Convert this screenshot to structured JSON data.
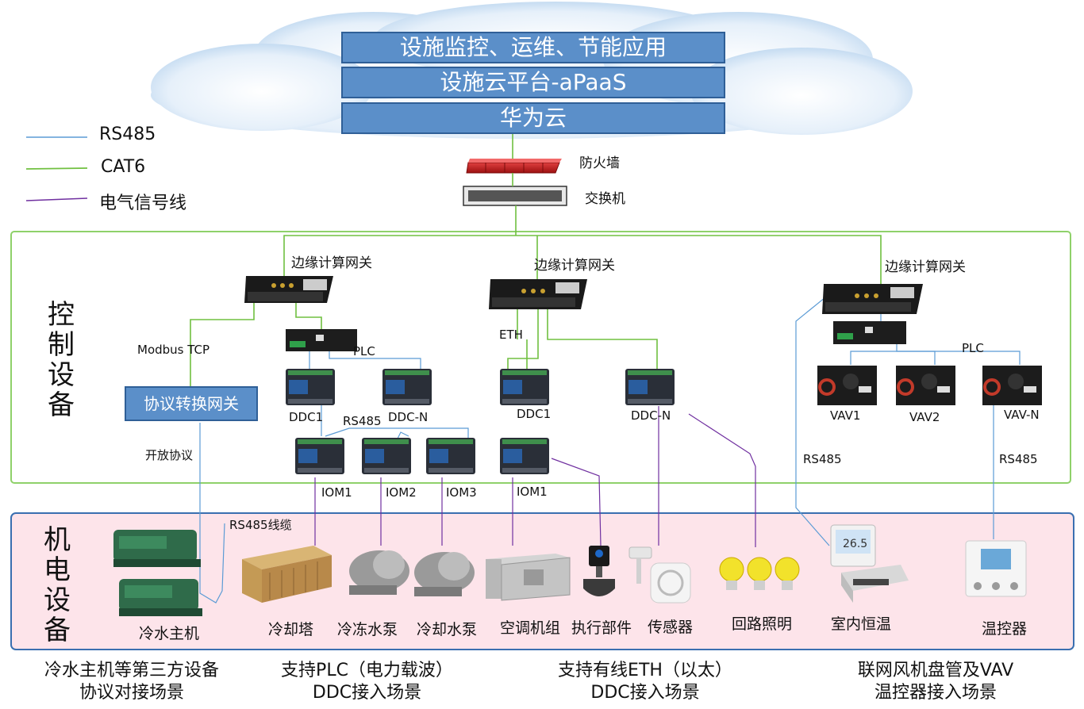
{
  "cloud": {
    "layers": [
      "设施监控、运维、节能应用",
      "设施云平台-aPaaS",
      "华为云"
    ],
    "firewall_label": "防火墙",
    "switch_label": "交换机"
  },
  "legend": [
    {
      "label": "RS485",
      "color": "#5b9bd5"
    },
    {
      "label": "CAT6",
      "color": "#70c040"
    },
    {
      "label": "电气信号线",
      "color": "#7030a0"
    }
  ],
  "colors": {
    "cat6": "#70c040",
    "rs485": "#5b9bd5",
    "signal": "#7030a0",
    "control_border": "#8fd16a",
    "equipment_border": "#3a6fb0",
    "equipment_bg": "#fde4ea",
    "box_blue": "#5b8fc9"
  },
  "sections": {
    "control": "控\n制\n设\n备",
    "equipment": "机\n电\n设\n备"
  },
  "control": {
    "gateway_label": "边缘计算网关",
    "modbus_tcp": "Modbus TCP",
    "protocol_gateway": "协议转换网关",
    "open_protocol": "开放协议",
    "plc_left": "PLC",
    "plc_right": "PLC",
    "eth": "ETH",
    "rs485_mid": "RS485",
    "rs485_vav_left": "RS485",
    "rs485_vav_right": "RS485",
    "ddc1_left": "DDC1",
    "ddcn_left": "DDC-N",
    "ddc1_mid": "DDC1",
    "ddcn_mid": "DDC-N",
    "iom1": "IOM1",
    "iom2": "IOM2",
    "iom3": "IOM3",
    "iom1_mid": "IOM1",
    "vav1": "VAV1",
    "vav2": "VAV2",
    "vavn": "VAV-N"
  },
  "equipment": {
    "rs485_cable": "RS485线缆",
    "items": [
      "冷水主机",
      "冷却塔",
      "冷冻水泵",
      "冷却水泵",
      "空调机组",
      "执行部件",
      "传感器",
      "回路照明",
      "室内恒温",
      "温控器"
    ]
  },
  "scenarios": [
    {
      "line1": "冷水主机等第三方设备",
      "line2": "协议对接场景"
    },
    {
      "line1": "支持PLC（电力载波）",
      "line2": "DDC接入场景"
    },
    {
      "line1": "支持有线ETH（以太）",
      "line2": "DDC接入场景"
    },
    {
      "line1": "联网风机盘管及VAV",
      "line2": "温控器接入场景"
    }
  ]
}
